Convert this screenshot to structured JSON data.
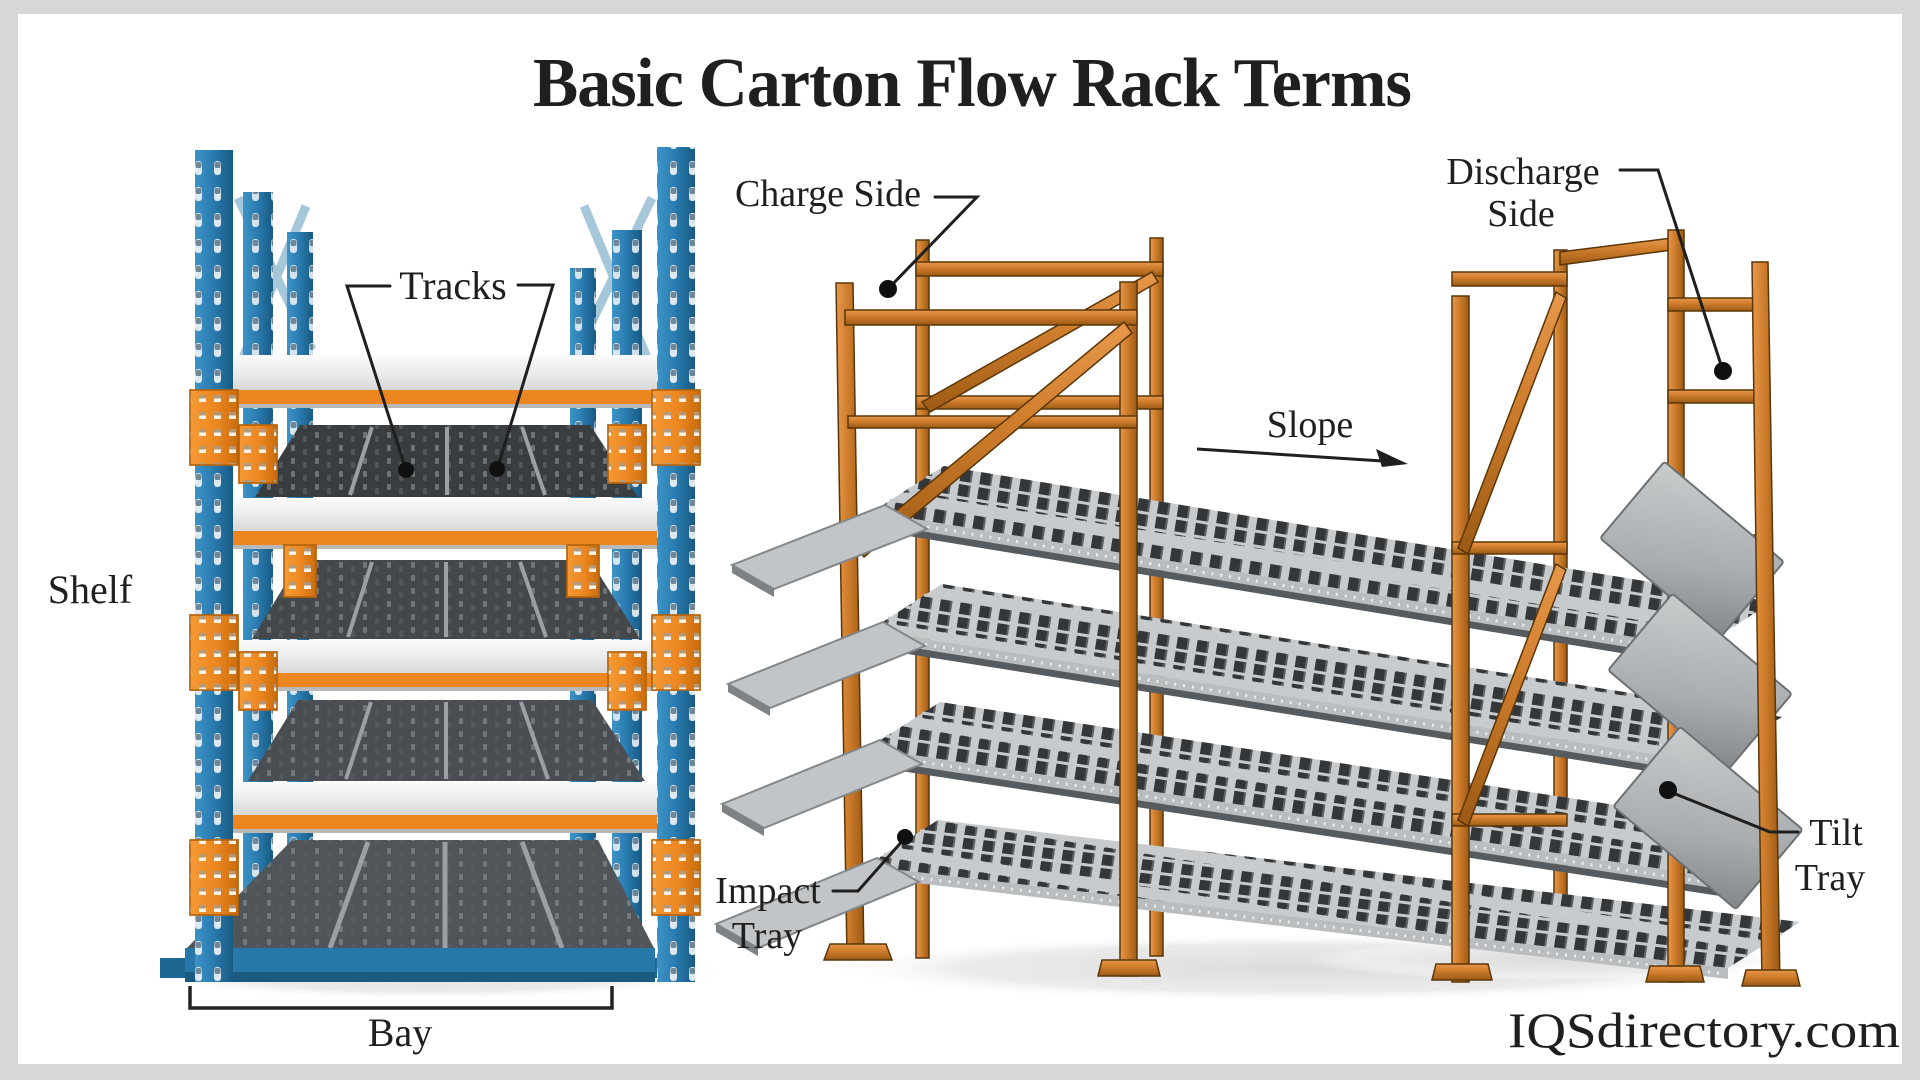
{
  "page": {
    "title": "Basic Carton Flow Rack Terms",
    "watermark": "IQSdirectory.com",
    "background": "#ffffff",
    "border_color": "#d7d7d7"
  },
  "colors": {
    "left_rack_blue": "#2b7db2",
    "left_rack_blue_dark": "#1b5a80",
    "left_rack_orange": "#ec8620",
    "beam_gray": "#ececec",
    "deck_mesh_dark": "#393d40",
    "right_rack_orange": "#cd7c2b",
    "track_slat_dark": "#2c2f31",
    "track_base_gray": "#989da0",
    "tray_gray": "#c2c5c7",
    "label_text": "#1f1f1f"
  },
  "left_rack": {
    "labels": {
      "tracks": "Tracks",
      "shelf": "Shelf",
      "bay": "Bay"
    }
  },
  "right_rack": {
    "labels": {
      "charge_side": "Charge Side",
      "slope": "Slope",
      "discharge_side": {
        "line1": "Discharge",
        "line2": "Side"
      },
      "impact_tray": {
        "line1": "Impact",
        "line2": "Tray"
      },
      "tilt_tray": {
        "line1": "Tilt",
        "line2": "Tray"
      }
    }
  }
}
